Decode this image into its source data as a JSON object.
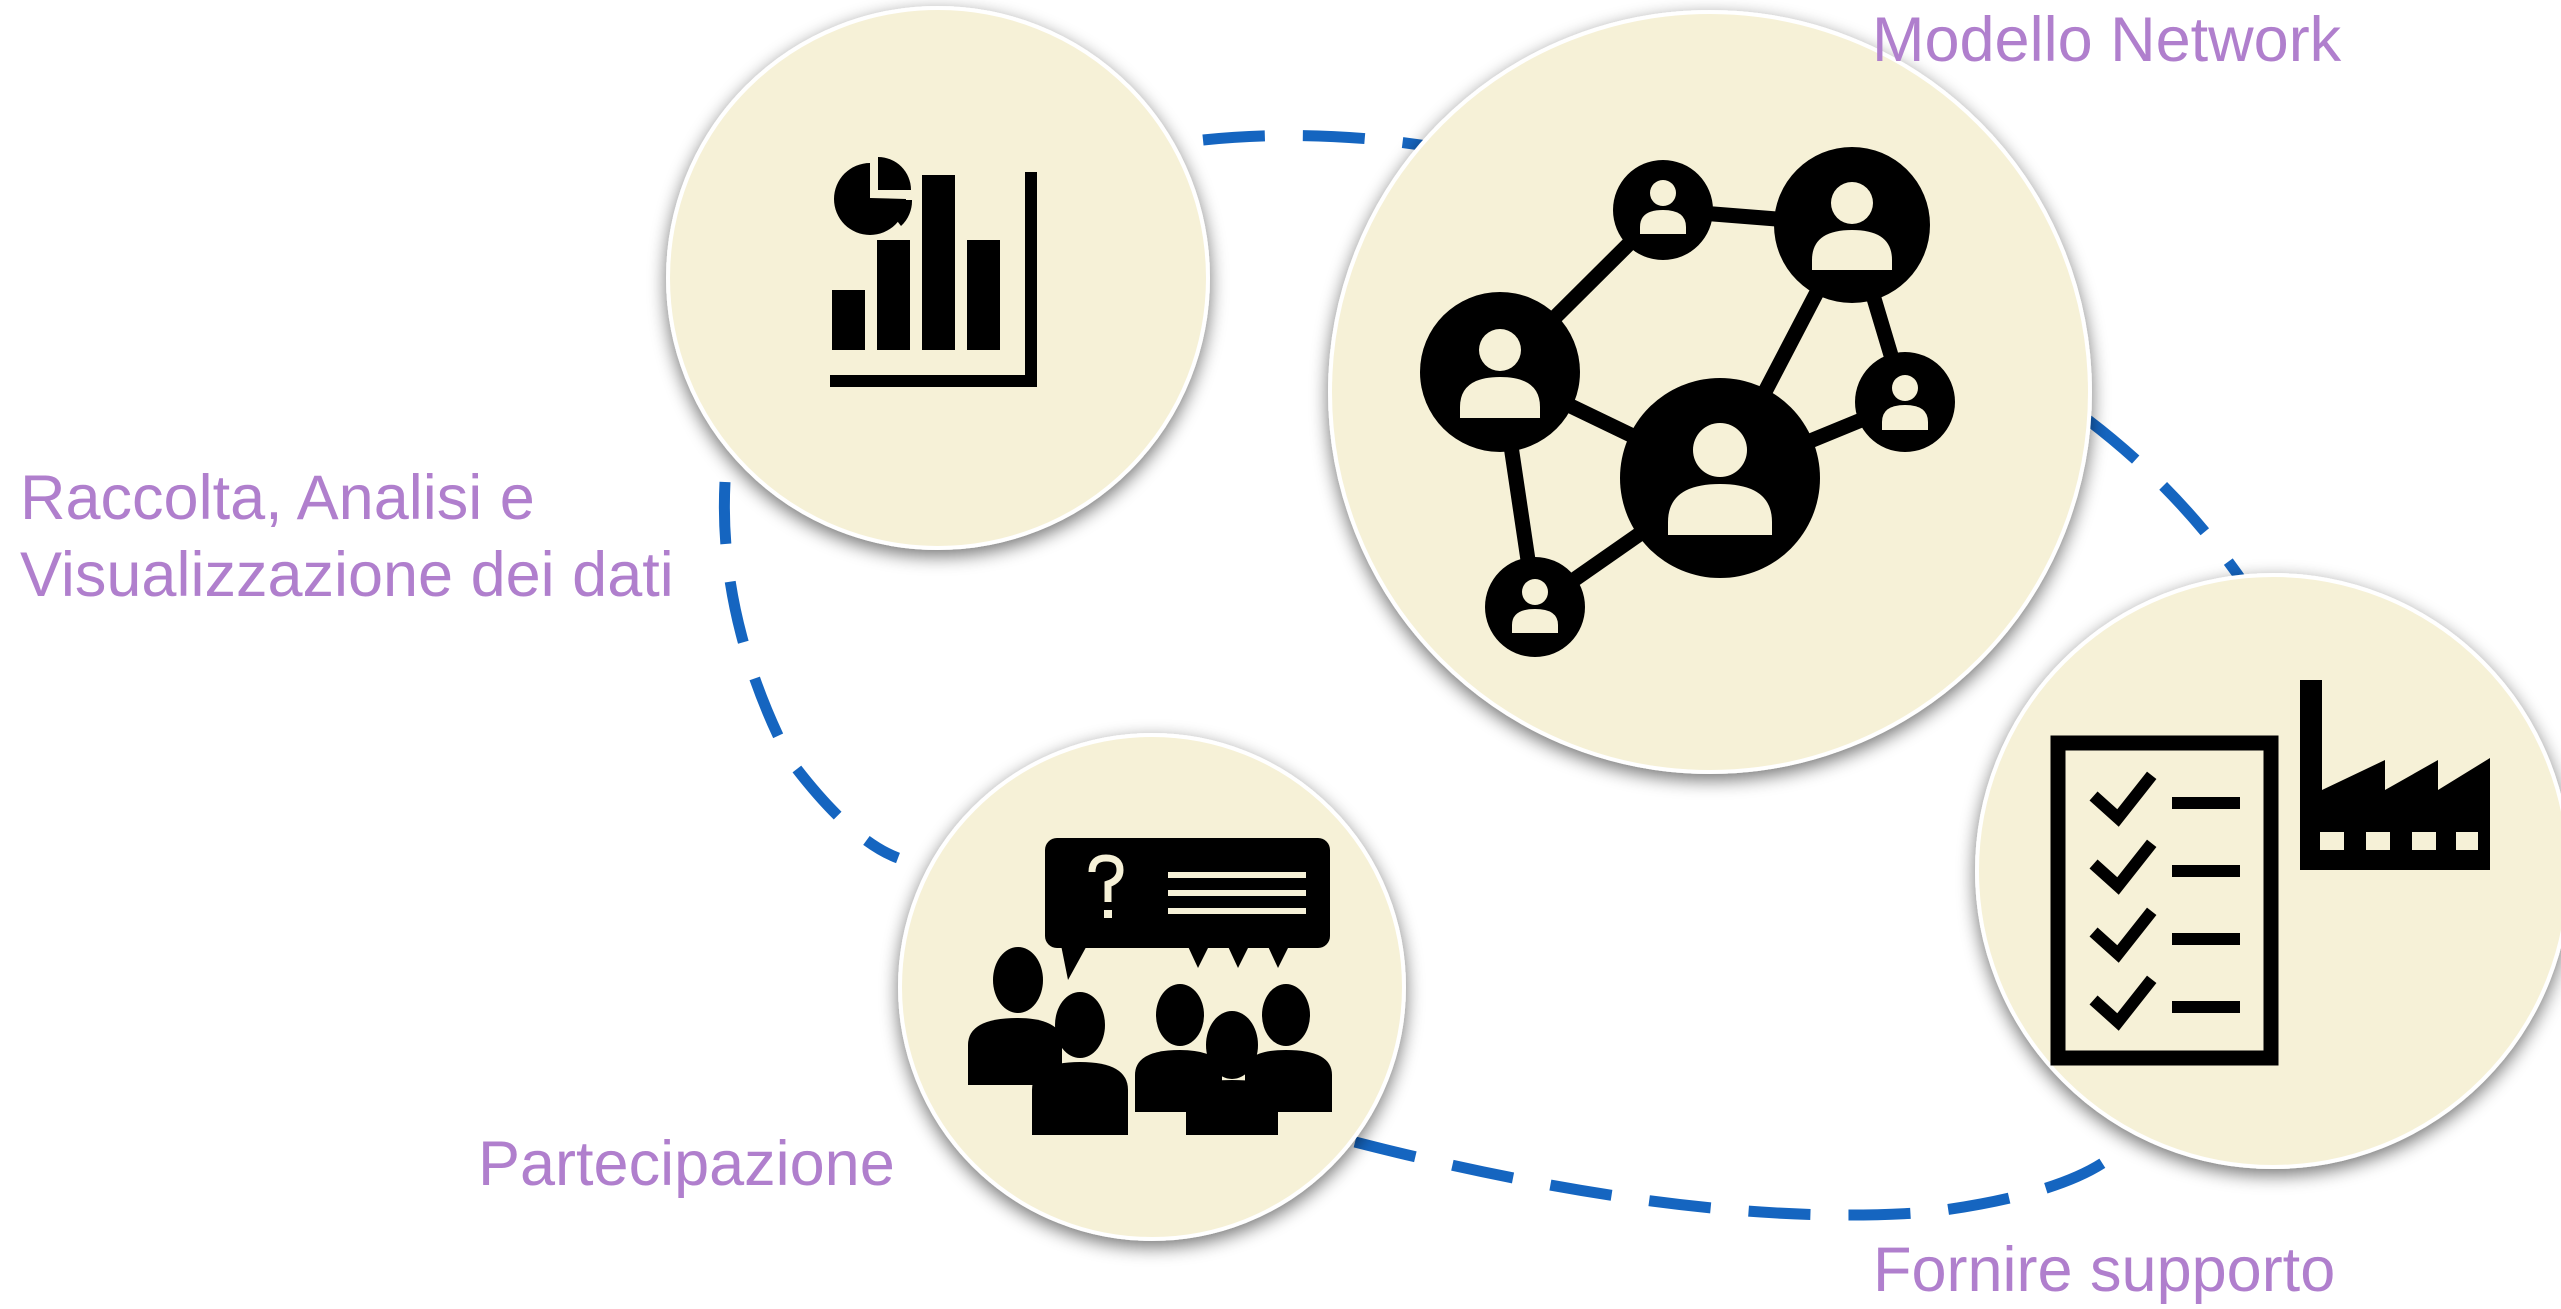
{
  "labels": {
    "network": "Modello Network",
    "data_line1": "Raccolta, Analisi e",
    "data_line2": "Visualizzazione dei dati",
    "participation": "Partecipazione",
    "support": "Fornire supporto"
  },
  "nodes": [
    {
      "id": "data",
      "icon": "chart-icon"
    },
    {
      "id": "network",
      "icon": "people-network-icon"
    },
    {
      "id": "support",
      "icon": "checklist-factory-icon"
    },
    {
      "id": "participation",
      "icon": "group-discussion-icon"
    }
  ],
  "colors": {
    "circle": "#f6f1d7",
    "dashed_ring": "#1565c0",
    "label_text": "#b07fcd",
    "icon": "#000000"
  }
}
